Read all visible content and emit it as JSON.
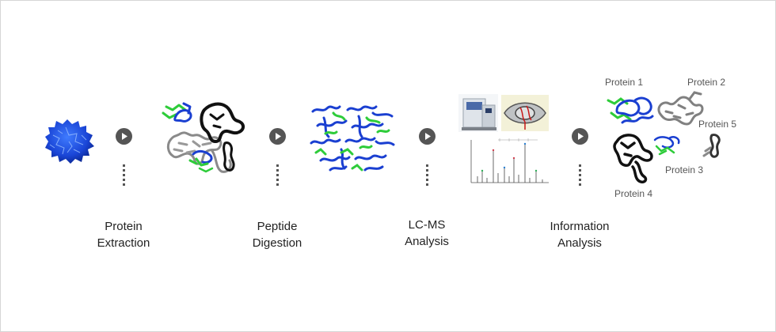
{
  "steps": [
    {
      "line1": "Protein",
      "line2": "Extraction"
    },
    {
      "line1": "Peptide",
      "line2": "Digestion"
    },
    {
      "line1": "LC-MS",
      "line2": "Analysis"
    },
    {
      "line1": "Information",
      "line2": "Analysis"
    }
  ],
  "proteins": [
    "Protein 1",
    "Protein 2",
    "Protein 3",
    "Protein 4",
    "Protein 5"
  ],
  "icons": {
    "arrow": "play-circle-icon",
    "dots": "vertical-dots-icon"
  },
  "colors": {
    "blue": "#1a3fd1",
    "green": "#2ecc3a",
    "black": "#111111",
    "gray": "#7a7a7a",
    "arrow": "#555555"
  }
}
